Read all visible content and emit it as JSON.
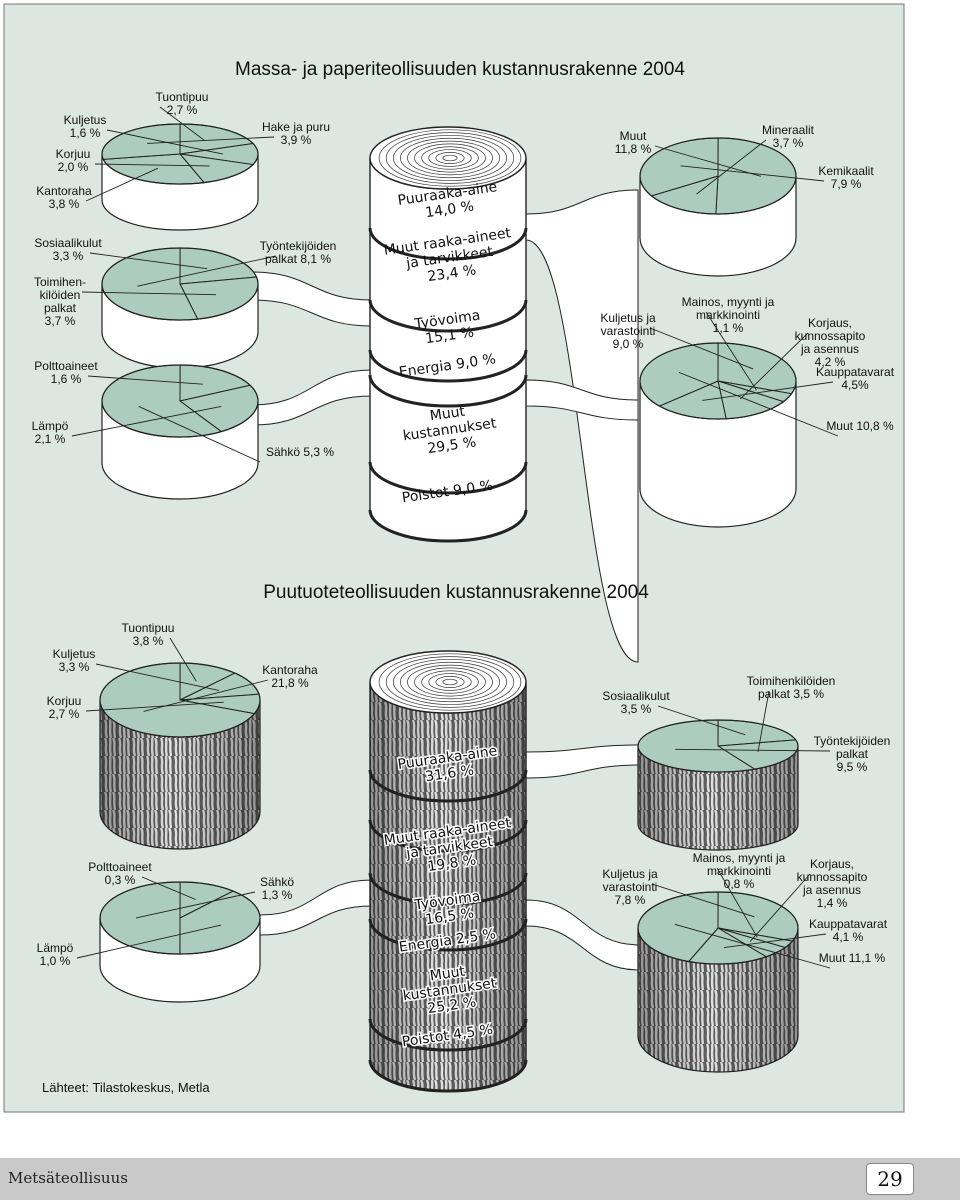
{
  "colors": {
    "panel": "#dde7e1",
    "slice": "#abccbf",
    "side": "#ffffff",
    "dark": "#6f6f6f",
    "stroke": "#222222"
  },
  "source": "Lähteet: Tilastokeskus, Metla",
  "footer": {
    "title": "Metsäteollisuus",
    "page": "29"
  },
  "chart_data": [
    {
      "type": "pie",
      "title": "Massa- ja paperiteollisuuden kustannusrakenne 2004",
      "column": {
        "Puuraaka-aine": 14.0,
        "Muut raaka-aineet ja tarvikkeet": 23.4,
        "Työvoima": 15.1,
        "Energia": 9.0,
        "Muut kustannukset": 29.5,
        "Poistot": 9.0
      },
      "column_labels": [
        [
          "Puuraaka-aine",
          "14,0 %"
        ],
        [
          "Muut raaka-aineet",
          "ja tarvikkeet",
          "23,4 %"
        ],
        [
          "Työvoima",
          "15,1 %"
        ],
        [
          "Energia 9,0 %"
        ],
        [
          "Muut",
          "kustannukset",
          "29,5 %"
        ],
        [
          "Poistot 9,0 %"
        ]
      ],
      "pies": [
        {
          "name": "Puuraaka-aine",
          "labels": [
            [
              "Tuontipuu",
              "2,7 %"
            ],
            [
              "Kuljetus",
              "1,6 %"
            ],
            [
              "Korjuu",
              "2,0 %"
            ],
            [
              "Kantoraha",
              "3,8 %"
            ],
            [
              "Hake ja puru",
              "3,9 %"
            ]
          ],
          "values": [
            2.7,
            1.6,
            2.0,
            3.8,
            3.9
          ]
        },
        {
          "name": "Työvoima",
          "labels": [
            [
              "Sosiaalikulut",
              "3,3 %"
            ],
            [
              "Toimihen-",
              "kilöiden",
              "palkat",
              "3,7 %"
            ],
            [
              "Työntekijöiden",
              "palkat 8,1 %"
            ]
          ],
          "values": [
            3.3,
            3.7,
            8.1
          ]
        },
        {
          "name": "Energia",
          "labels": [
            [
              "Polttoaineet",
              "1,6 %"
            ],
            [
              "Lämpö",
              "2,1 %"
            ],
            [
              "Sähkö 5,3 %"
            ]
          ],
          "values": [
            1.6,
            2.1,
            5.3
          ]
        },
        {
          "name": "Muut raaka-aineet ja tarvikkeet",
          "labels": [
            [
              "Muut",
              "11,8 %"
            ],
            [
              "Mineraalit",
              "3,7 %"
            ],
            [
              "Kemikaalit",
              "7,9 %"
            ]
          ],
          "values": [
            11.8,
            3.7,
            7.9
          ]
        },
        {
          "name": "Muut kustannukset",
          "labels": [
            [
              "Kuljetus ja",
              "varastointi",
              "9,0 %"
            ],
            [
              "Mainos, myynti ja",
              "markkinointi",
              "1,1 %"
            ],
            [
              "Korjaus,",
              "kunnossapito",
              "ja asennus",
              "4,2 %"
            ],
            [
              "Kauppatavarat",
              "4,5%"
            ],
            [
              "Muut 10,8 %"
            ]
          ],
          "values": [
            9.0,
            1.1,
            4.2,
            4.5,
            10.8
          ]
        }
      ]
    },
    {
      "type": "pie",
      "title": "Puutuoteteollisuuden kustannusrakenne 2004",
      "column": {
        "Puuraaka-aine": 31.6,
        "Muut raaka-aineet ja tarvikkeet": 19.8,
        "Työvoima": 16.5,
        "Energia": 2.5,
        "Muut kustannukset": 25.2,
        "Poistot": 4.5
      },
      "column_labels": [
        [
          "Puuraaka-aine",
          "31,6 %"
        ],
        [
          "Muut raaka-aineet",
          "ja tarvikkeet",
          "19,8 %"
        ],
        [
          "Työvoima",
          "16,5 %"
        ],
        [
          "Energia 2,5 %"
        ],
        [
          "Muut",
          "kustannukset",
          "25,2 %"
        ],
        [
          "Poistot 4,5 %"
        ]
      ],
      "pies": [
        {
          "name": "Puuraaka-aine",
          "labels": [
            [
              "Tuontipuu",
              "3,8 %"
            ],
            [
              "Kuljetus",
              "3,3 %"
            ],
            [
              "Korjuu",
              "2,7 %"
            ],
            [
              "Kantoraha",
              "21,8 %"
            ]
          ],
          "values": [
            3.8,
            3.3,
            2.7,
            21.8
          ]
        },
        {
          "name": "Energia",
          "labels": [
            [
              "Polttoaineet",
              "0,3 %"
            ],
            [
              "Lämpö",
              "1,0 %"
            ],
            [
              "Sähkö",
              "1,3 %"
            ]
          ],
          "values": [
            0.3,
            1.0,
            1.3
          ]
        },
        {
          "name": "Työvoima",
          "labels": [
            [
              "Sosiaalikulut",
              "3,5 %"
            ],
            [
              "Toimihenkilöiden",
              "palkat 3,5 %"
            ],
            [
              "Työntekijöiden",
              "palkat",
              "9,5 %"
            ]
          ],
          "values": [
            3.5,
            3.5,
            9.5
          ]
        },
        {
          "name": "Muut kustannukset",
          "labels": [
            [
              "Kuljetus ja",
              "varastointi",
              "7,8 %"
            ],
            [
              "Mainos, myynti ja",
              "markkinointi",
              "0,8 %"
            ],
            [
              "Korjaus,",
              "kunnossapito",
              "ja asennus",
              "1,4 %"
            ],
            [
              "Kauppatavarat",
              "4,1 %"
            ],
            [
              "Muut 11,1 %"
            ]
          ],
          "values": [
            7.8,
            0.8,
            1.4,
            4.1,
            11.1
          ]
        }
      ]
    }
  ]
}
